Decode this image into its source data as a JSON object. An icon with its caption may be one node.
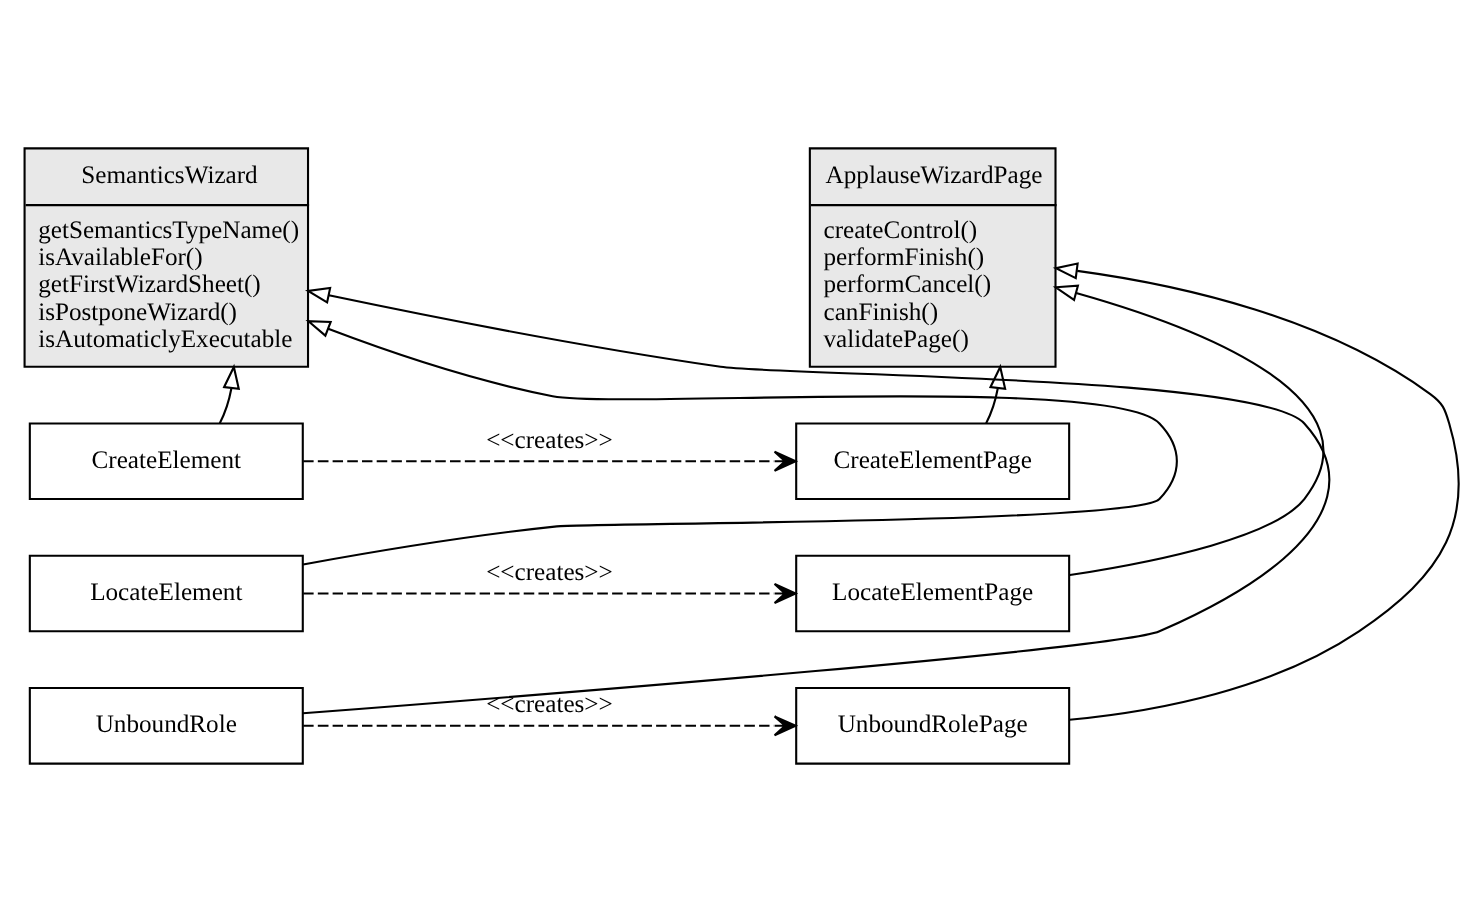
{
  "diagram": {
    "nodes": [
      {
        "text": [
          "SemanticsWizard",
          "getSemanticsTypeName()",
          "isAvailableFor()",
          "getFirstWizardSheet()",
          "isPostponeWizard()",
          "isAutomaticlyExecutable"
        ]
      },
      {
        "text": [
          "ApplauseWizardPage",
          "createControl()",
          "performFinish()",
          "performCancel()",
          "canFinish()",
          "validatePage()"
        ]
      },
      {
        "text": [
          "CreateElement"
        ]
      },
      {
        "text": [
          "LocateElement"
        ]
      },
      {
        "text": [
          "UnboundRole"
        ]
      },
      {
        "text": [
          "CreateElementPage"
        ]
      },
      {
        "text": [
          "LocateElementPage"
        ]
      },
      {
        "text": [
          "UnboundRolePage"
        ]
      }
    ],
    "edges": [
      {
        "from": 2,
        "to": 0,
        "arrow": "to"
      },
      {
        "from": 3,
        "to": 0,
        "arrow": "to"
      },
      {
        "from": 4,
        "to": 0,
        "arrow": "to"
      },
      {
        "from": 5,
        "to": 1,
        "arrow": "to"
      },
      {
        "from": 6,
        "to": 1,
        "arrow": "to"
      },
      {
        "from": 7,
        "to": 1,
        "arrow": "to"
      },
      {
        "from": 2,
        "to": 5,
        "arrow": "to",
        "label": "<<creates>>",
        "style": "dashed"
      },
      {
        "from": 3,
        "to": 6,
        "arrow": "to",
        "label": "<<creates>>",
        "style": "dashed"
      },
      {
        "from": 4,
        "to": 7,
        "arrow": "to",
        "label": "<<creates>>",
        "style": "dashed"
      }
    ]
  }
}
